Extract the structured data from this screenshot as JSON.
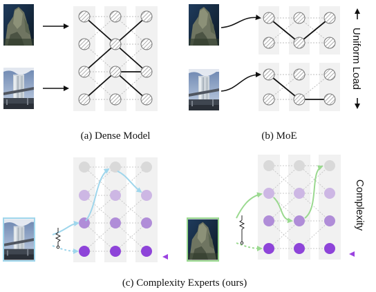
{
  "captions": {
    "dense": "(a) Dense Model",
    "moe": "(b) MoE",
    "complexity": "(c) Complexity Experts (ours)"
  },
  "side_labels": {
    "uniform": "Uniform Load",
    "complexity": "Complexity"
  },
  "colors": {
    "panel_bg": "#f1f1f1",
    "node_hatch": "#888888",
    "black_edge": "#111111",
    "dashed_edge": "#bdbdbd",
    "blue_path": "#9fd6ec",
    "green_path": "#9ad98f",
    "level1": "#d9d9d9",
    "level2": "#cdb7e4",
    "level3": "#b08dd8",
    "level4": "#8e44d9",
    "arrow_purple": "#9b42e0"
  },
  "icons": {
    "building_photo": "building-photo-icon",
    "rock_photo": "rock-photo-icon",
    "resistor": "resistor-icon"
  }
}
